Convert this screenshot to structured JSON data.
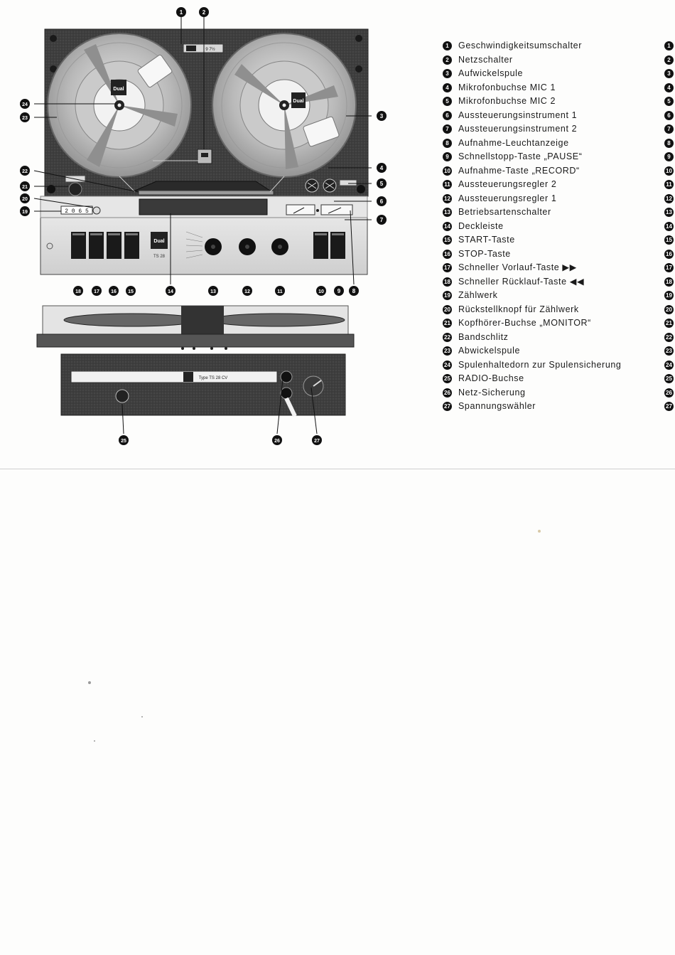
{
  "figure": {
    "callouts": [
      "1",
      "2",
      "3",
      "4",
      "5",
      "6",
      "7",
      "8",
      "9",
      "10",
      "11",
      "12",
      "13",
      "14",
      "15",
      "16",
      "17",
      "18",
      "19",
      "20",
      "21",
      "22",
      "23",
      "24",
      "25",
      "26",
      "27"
    ],
    "device_brand": "Dual",
    "device_model": "TS 28",
    "speed_marking": "9 7½",
    "counter_digits": "2 0 6 5",
    "rear_plate_model": "Type TS 28 CV"
  },
  "legend": [
    {
      "num": "1",
      "label": "Geschwindigkeitsumschalter"
    },
    {
      "num": "2",
      "label": "Netzschalter"
    },
    {
      "num": "3",
      "label": "Aufwickelspule"
    },
    {
      "num": "4",
      "label": "Mikrofonbuchse MIC 1"
    },
    {
      "num": "5",
      "label": "Mikrofonbuchse MIC 2"
    },
    {
      "num": "6",
      "label": "Aussteuerungsinstrument 1"
    },
    {
      "num": "7",
      "label": "Aussteuerungsinstrument 2"
    },
    {
      "num": "8",
      "label": "Aufnahme-Leuchtanzeige"
    },
    {
      "num": "9",
      "label": "Schnellstopp-Taste „PAUSE“"
    },
    {
      "num": "10",
      "label": "Aufnahme-Taste „RECORD“"
    },
    {
      "num": "11",
      "label": "Aussteuerungsregler 2"
    },
    {
      "num": "12",
      "label": "Aussteuerungsregler 1"
    },
    {
      "num": "13",
      "label": "Betriebsartenschalter"
    },
    {
      "num": "14",
      "label": "Deckleiste"
    },
    {
      "num": "15",
      "label": "START-Taste"
    },
    {
      "num": "16",
      "label": "STOP-Taste"
    },
    {
      "num": "17",
      "label": "Schneller Vorlauf-Taste ▶▶"
    },
    {
      "num": "18",
      "label": "Schneller Rücklauf-Taste ◀◀"
    },
    {
      "num": "19",
      "label": "Zählwerk"
    },
    {
      "num": "20",
      "label": "Rückstellknopf für Zählwerk"
    },
    {
      "num": "21",
      "label": "Kopfhörer-Buchse „MONITOR“"
    },
    {
      "num": "22",
      "label": "Bandschlitz"
    },
    {
      "num": "23",
      "label": "Abwickelspule"
    },
    {
      "num": "24",
      "label": "Spulenhaltedorn zur Spulensicherung"
    },
    {
      "num": "25",
      "label": "RADIO-Buchse"
    },
    {
      "num": "26",
      "label": "Netz-Sicherung"
    },
    {
      "num": "27",
      "label": "Spannungswähler"
    }
  ],
  "right_edge_numbers": [
    "1",
    "2",
    "3",
    "4",
    "5",
    "6",
    "7",
    "8",
    "9",
    "10",
    "11",
    "12",
    "13",
    "14",
    "15",
    "16",
    "17",
    "18",
    "19",
    "20",
    "21",
    "22",
    "23",
    "24",
    "25",
    "26",
    "27"
  ]
}
